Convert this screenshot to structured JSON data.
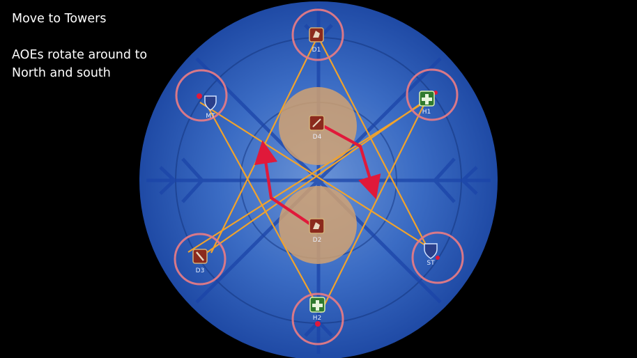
{
  "notes": {
    "title": "Move to Towers",
    "line1": "AOEs rotate around to",
    "line2": "North and south"
  },
  "colors": {
    "arena": "#2c58b8",
    "tower_ring": "#e37a86",
    "aoe": "#d7a36e",
    "route_line": "#f0a32c",
    "move_arrow": "#e0193a",
    "tank_icon": "#2a3f8a",
    "healer_icon": "#2f7a2e",
    "dps_icon": "#8b2a1d"
  },
  "players": [
    {
      "id": "D1",
      "role": "dps",
      "icon": "dps-icon"
    },
    {
      "id": "H1",
      "role": "healer",
      "icon": "cross-icon"
    },
    {
      "id": "ST",
      "role": "tank",
      "icon": "shield-icon"
    },
    {
      "id": "H2",
      "role": "healer",
      "icon": "cross-icon"
    },
    {
      "id": "D3",
      "role": "dps",
      "icon": "dps-icon"
    },
    {
      "id": "MT",
      "role": "tank",
      "icon": "shield-icon"
    },
    {
      "id": "D4",
      "role": "dps",
      "icon": "dps-icon"
    },
    {
      "id": "D2",
      "role": "dps",
      "icon": "dps-icon"
    }
  ]
}
